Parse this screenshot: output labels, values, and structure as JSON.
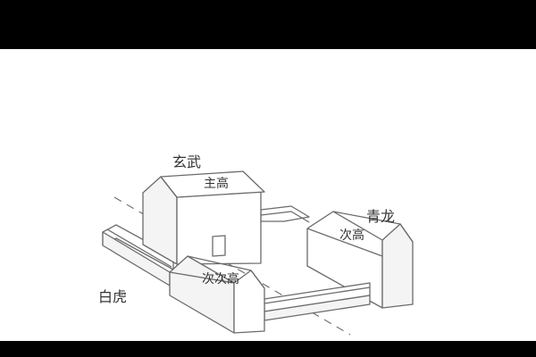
{
  "labels": {
    "xuanwu": "玄武",
    "main_high": "主高",
    "qinglong": "青龙",
    "second_high": "次高",
    "third_high": "次次高",
    "baihu": "白虎"
  }
}
